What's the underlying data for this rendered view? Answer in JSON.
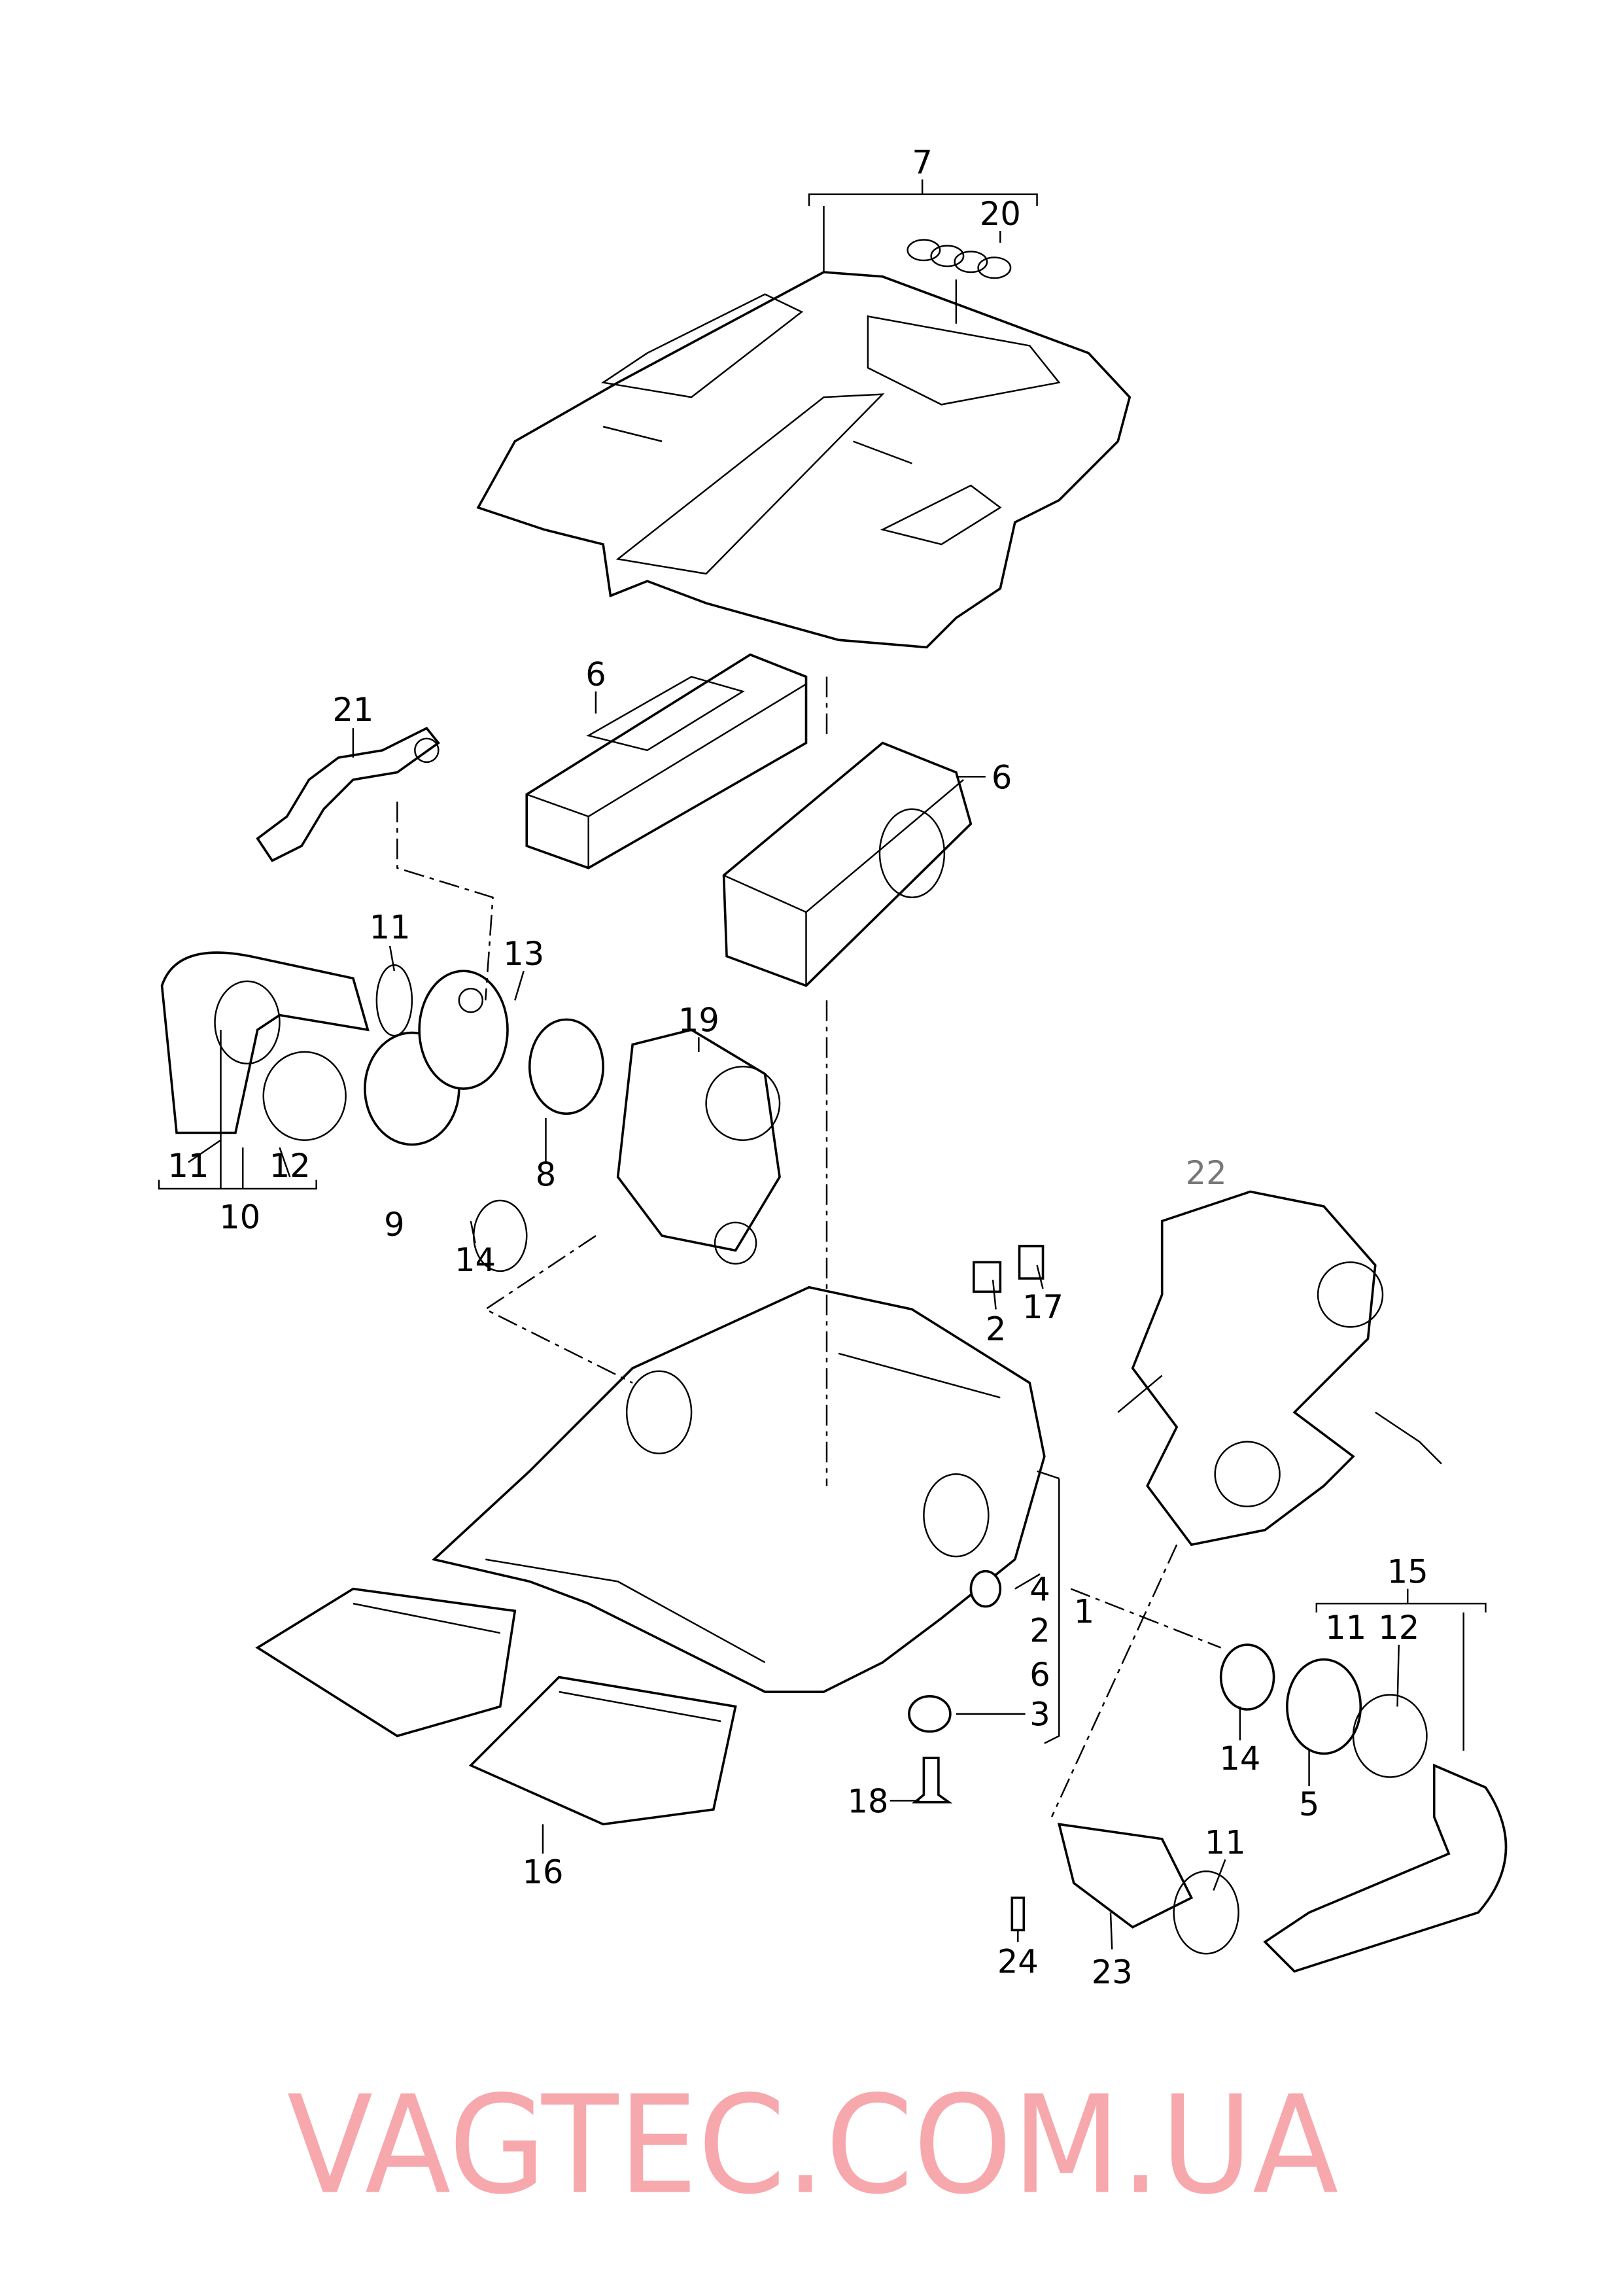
{
  "watermark": "VAGTEC.COM.UA",
  "colors": {
    "watermark": "#f0606a",
    "line": "#000000",
    "background": "#ffffff"
  },
  "labels": {
    "l7": "7",
    "l20": "20",
    "l21": "21",
    "l6a": "6",
    "l6b": "6",
    "l11a": "11",
    "l13": "13",
    "l19": "19",
    "l11b": "11",
    "l12a": "12",
    "l10": "10",
    "l8": "8",
    "l9": "9",
    "l14a": "14",
    "l22": "22",
    "l2a": "2",
    "l17": "17",
    "l4": "4",
    "l2b": "2",
    "l1": "1",
    "l6c": "6",
    "l3": "3",
    "l15": "15",
    "l11c": "11",
    "l12b": "12",
    "l14b": "14",
    "l5": "5",
    "l18": "18",
    "l11d": "11",
    "l16": "16",
    "l24": "24",
    "l23": "23"
  }
}
